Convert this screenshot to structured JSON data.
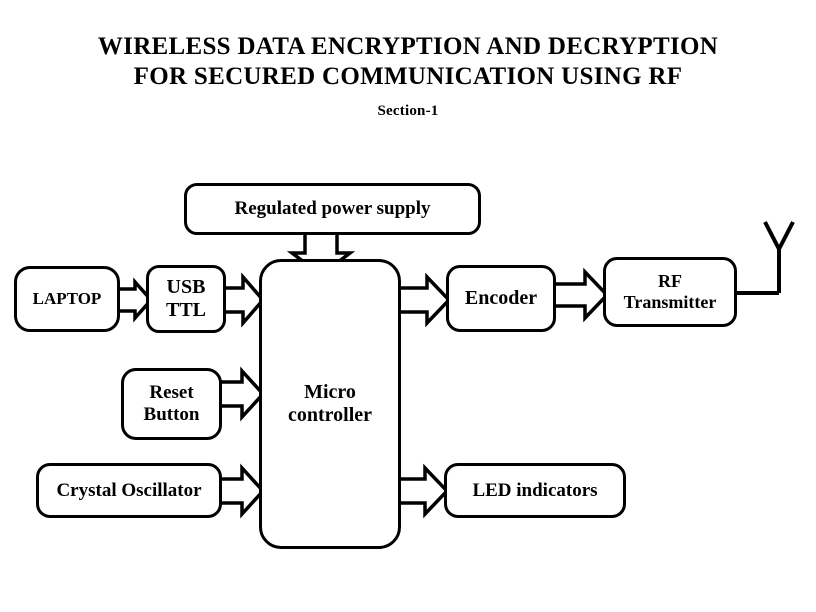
{
  "header": {
    "title_line1": "WIRELESS DATA ENCRYPTION AND DECRYPTION",
    "title_line2": "FOR SECURED COMMUNICATION USING RF",
    "subtitle": "Section-1"
  },
  "diagram": {
    "type": "block-diagram",
    "blocks": [
      {
        "id": "regulated-power-supply",
        "label": "Regulated power supply"
      },
      {
        "id": "laptop",
        "label": "LAPTOP"
      },
      {
        "id": "usb-ttl",
        "label": "USB\nTTL"
      },
      {
        "id": "microcontroller",
        "label": "Micro\ncontroller"
      },
      {
        "id": "encoder",
        "label": "Encoder"
      },
      {
        "id": "rf-transmitter",
        "label": "RF\nTransmitter"
      },
      {
        "id": "reset-button",
        "label": "Reset\nButton"
      },
      {
        "id": "crystal-oscillator",
        "label": "Crystal Oscillator"
      },
      {
        "id": "led-indicators",
        "label": "LED indicators"
      }
    ],
    "connections": [
      {
        "from": "laptop",
        "to": "usb-ttl",
        "direction": "right"
      },
      {
        "from": "usb-ttl",
        "to": "microcontroller",
        "direction": "right"
      },
      {
        "from": "regulated-power-supply",
        "to": "microcontroller",
        "direction": "down"
      },
      {
        "from": "reset-button",
        "to": "microcontroller",
        "direction": "right"
      },
      {
        "from": "crystal-oscillator",
        "to": "microcontroller",
        "direction": "right"
      },
      {
        "from": "microcontroller",
        "to": "encoder",
        "direction": "right"
      },
      {
        "from": "microcontroller",
        "to": "led-indicators",
        "direction": "right"
      },
      {
        "from": "encoder",
        "to": "rf-transmitter",
        "direction": "right"
      },
      {
        "from": "rf-transmitter",
        "to": "antenna",
        "direction": "right"
      }
    ],
    "antenna": {
      "id": "antenna",
      "label": ""
    }
  },
  "colors": {
    "background": "#ffffff",
    "stroke": "#000000",
    "text": "#000000"
  }
}
